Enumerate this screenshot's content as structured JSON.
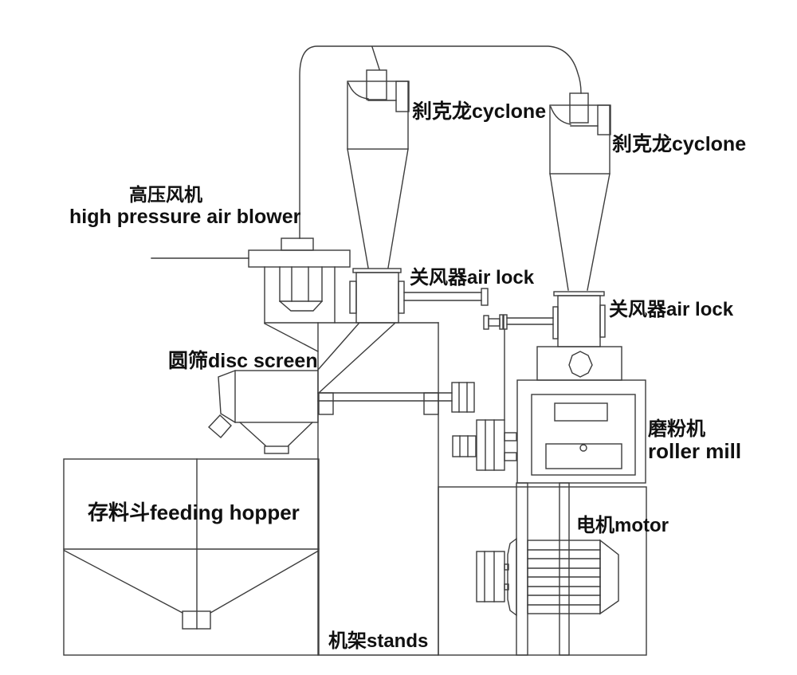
{
  "diagram": {
    "title": "Roller mill pulverizing system line diagram",
    "labels": {
      "cyclone_left": "刹克龙cyclone",
      "cyclone_right": "刹克龙cyclone",
      "blower_cn": "高压风机",
      "blower_en": "high pressure air blower",
      "airlock_left": "关风器air lock",
      "airlock_right": "关风器air lock",
      "disc_screen": "圆筛disc screen",
      "roller_mill_cn": "磨粉机",
      "roller_mill_en": "roller mill",
      "feeding_hopper": "存料斗feeding hopper",
      "motor": "电机motor",
      "stands": "机架stands"
    },
    "colors": {
      "line": "#3c3c3c",
      "background": "#ffffff",
      "text": "#101010"
    }
  }
}
